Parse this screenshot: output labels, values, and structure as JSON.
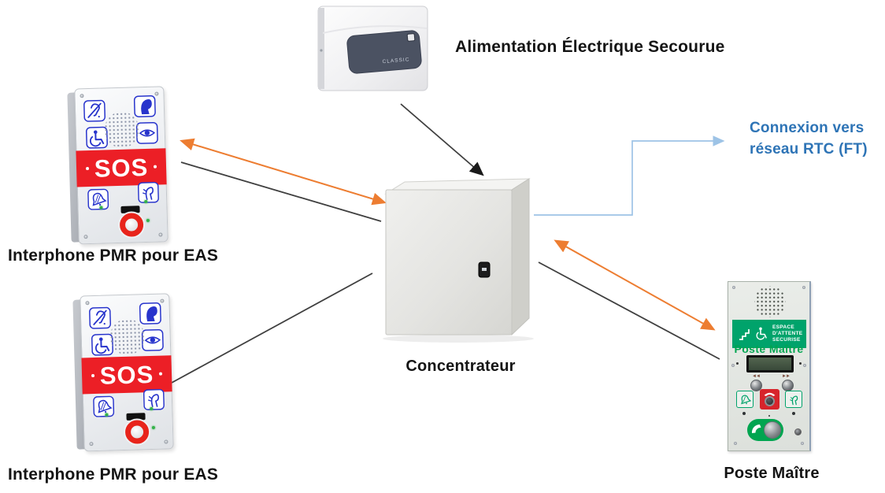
{
  "nodes": {
    "power_supply": {
      "caption": "Alimentation Électrique Secourue",
      "brand": "CLASSIC"
    },
    "interphone1": {
      "caption": "Interphone PMR pour EAS"
    },
    "interphone2": {
      "caption": "Interphone PMR pour EAS"
    },
    "interphone_panel": {
      "sos": "SOS"
    },
    "concentrator": {
      "caption": "Concentrateur"
    },
    "master_station": {
      "caption": "Poste Maître",
      "panel_title": "Poste Maître",
      "band": [
        "ESPACE",
        "D'ATTENTE",
        "SECURISE"
      ],
      "prev_mark": "◄◄",
      "next_mark": "►►"
    },
    "rtc": {
      "line1": "Connexion vers",
      "line2": "réseau RTC (FT)"
    }
  },
  "connectors": {
    "power_to_concentrator": "black arrow",
    "interphone1_concentrator_signal": "orange double arrow",
    "interphone1_concentrator_cable": "black line",
    "interphone2_concentrator_cable": "black line",
    "concentrator_master_signal": "orange double arrow",
    "concentrator_master_cable": "black line",
    "concentrator_rtc": "blue elbow arrow"
  },
  "colors": {
    "arrow_orange": "#ED7D31",
    "line_black": "#3F3F3F",
    "rtc_line_blue": "#9DC3E6",
    "rtc_text_blue": "#2E74B6",
    "sos_red": "#EC1F26",
    "band_green": "#00A36B",
    "title_green": "#00A550"
  }
}
